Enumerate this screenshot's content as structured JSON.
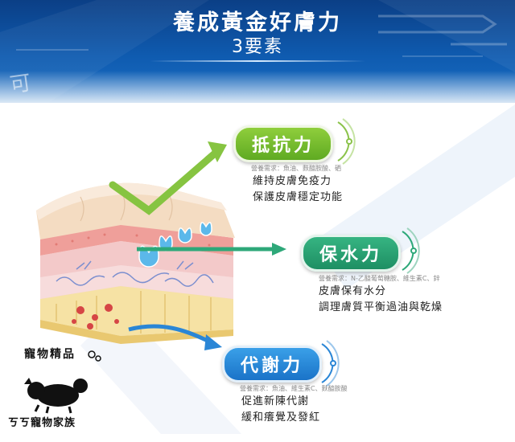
{
  "header": {
    "title": "養成黃金好膚力",
    "subtitle": "3要素",
    "deco_text": "可"
  },
  "items": [
    {
      "label": "抵抗力",
      "nutrients": "營養需求：魚油、麩醯胺酸、硒",
      "lines": [
        "維持皮膚免疫力",
        "保護皮膚穩定功能"
      ],
      "color": "#6db52d"
    },
    {
      "label": "保水力",
      "nutrients": "營養需求：N-乙醯葡萄糖胺、維生素C、鋅",
      "lines": [
        "皮膚保有水分",
        "調理膚質平衡過油與乾燥"
      ],
      "color": "#24996b"
    },
    {
      "label": "代謝力",
      "nutrients": "營養需求：魚油、維生素C、麩醯胺酸",
      "lines": [
        "促進新陳代謝",
        "緩和癢覺及發紅"
      ],
      "color": "#1f80d0"
    }
  ],
  "logo": {
    "top_text": "寵物精品",
    "bottom_text": "ㄎㄎ寵物家族"
  }
}
